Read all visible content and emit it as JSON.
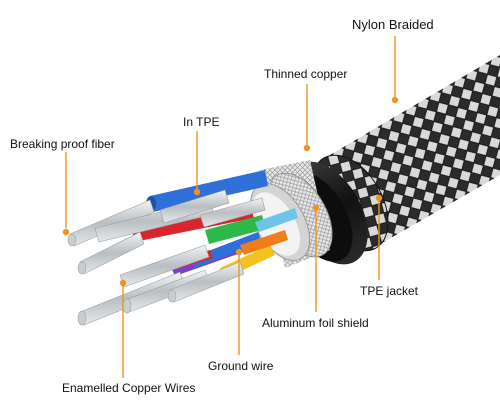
{
  "labels": {
    "nylon_braided": "Nylon Braided",
    "thinned_copper": "Thinned copper",
    "in_tpe": "In TPE",
    "breaking_proof_fiber": "Breaking proof fiber",
    "tpe_jacket": "TPE jacket",
    "aluminum_foil_shield": "Aluminum foil shield",
    "ground_wire": "Ground wire",
    "enamelled_copper_wires": "Enamelled Copper Wires"
  },
  "colors": {
    "callout": "#f0941f",
    "braid_dark": "#2b2b2b",
    "braid_light": "#d9d9d9",
    "jacket": "#151515",
    "foil": "#c9c9c9",
    "wire_blue": "#2f6fd8",
    "wire_red": "#d8262c",
    "wire_green": "#2fb84a",
    "wire_yellow": "#f3c21d",
    "wire_orange": "#f07c1a",
    "wire_purple": "#7a3fc7",
    "wire_lightblue": "#6cc5e8",
    "copper_strand": "#cfd3d6"
  }
}
